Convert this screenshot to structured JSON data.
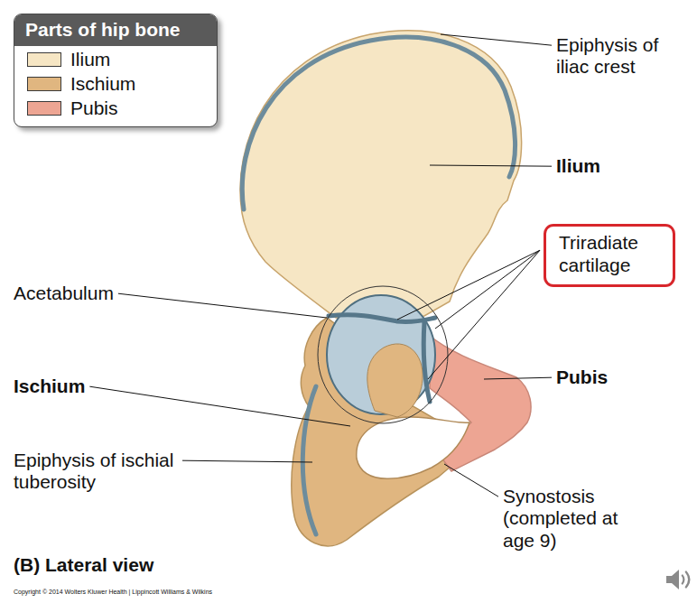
{
  "diagram": {
    "caption": "(B) Lateral view",
    "nodes": [
      {
        "text": [
          "Parts of hip bone"
        ]
      },
      {
        "text": [
          "Triradiate cartilage"
        ]
      }
    ],
    "labels": [
      "Epiphysis of iliac crest",
      "Ilium",
      "Acetabulum",
      "Pubis",
      "Ischium",
      "Epiphysis of ischial tuberosity",
      "Synostosis (completed at age 9)",
      "Copyright © 2014 Wolters Kluwer Health | Lippincott Williams & Wilkins"
    ],
    "legend": [
      {
        "text": "Ilium",
        "color": "#f6e6c4"
      },
      {
        "text": "Ischium",
        "color": "#e0b680"
      },
      {
        "text": "Pubis",
        "color": "#eda593"
      }
    ]
  }
}
